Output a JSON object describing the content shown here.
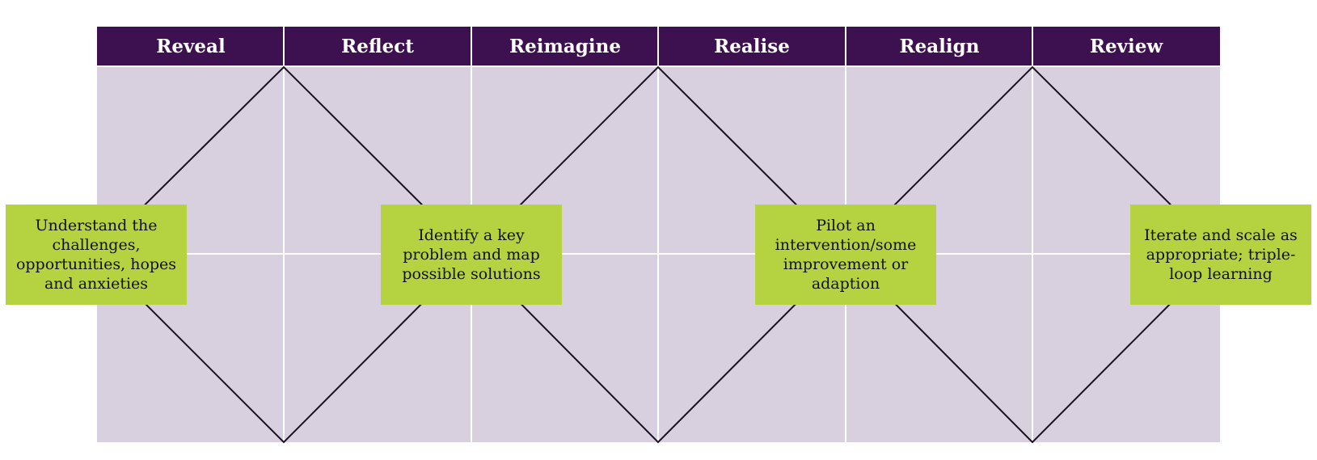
{
  "colors": {
    "header": "#3d1150",
    "panel": "#d8d0de",
    "grid": "#ffffff",
    "diamond_line": "#1a1020",
    "box": "#b5d341"
  },
  "phases": [
    "Reveal",
    "Reflect",
    "Reimagine",
    "Realise",
    "Realign",
    "Review"
  ],
  "boxes": [
    {
      "text": "Understand the challenges, opportunities, hopes and anxieties"
    },
    {
      "text": "Identify a key problem and map possible solutions"
    },
    {
      "text": "Pilot an intervention/some improvement or adaption"
    },
    {
      "text": "Iterate and scale as appropriate; triple-loop learning"
    }
  ]
}
